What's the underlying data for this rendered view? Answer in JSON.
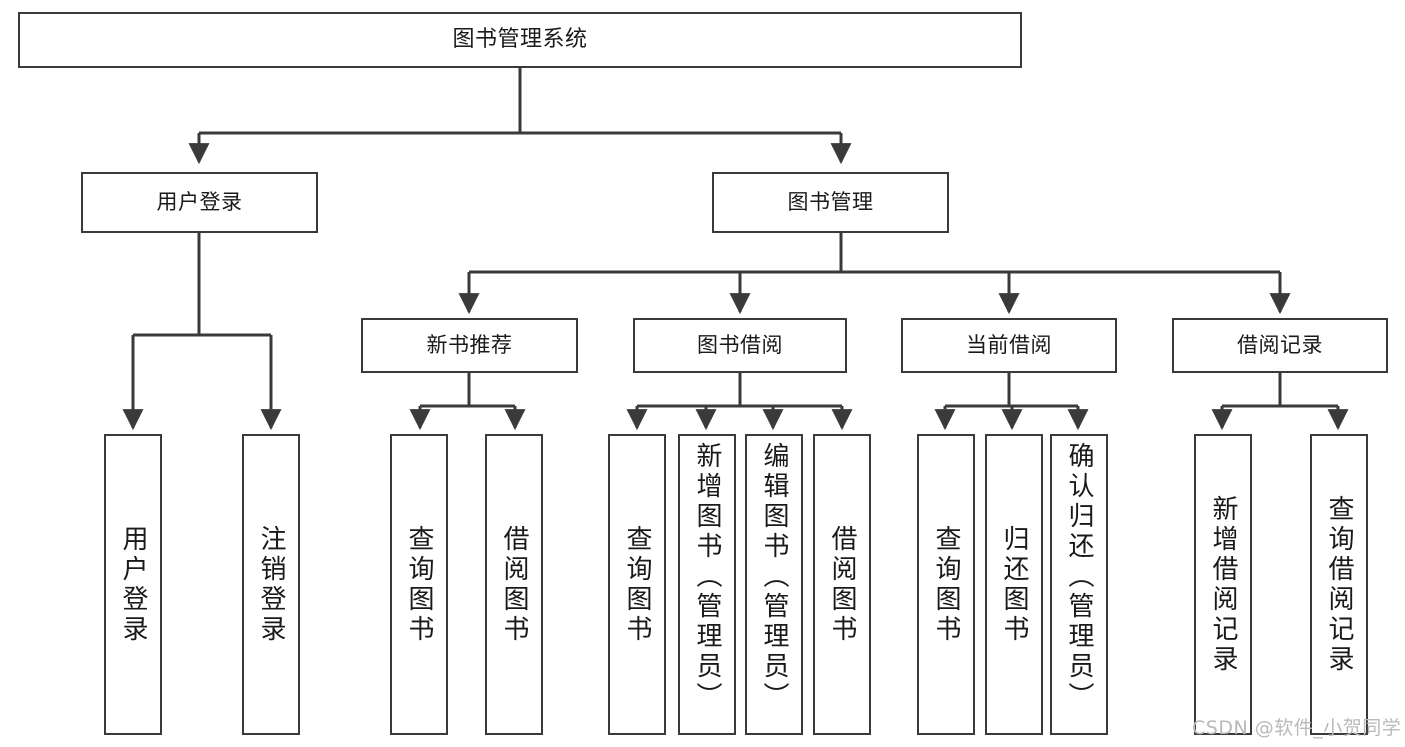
{
  "diagram": {
    "title_text": "图书管理系统",
    "type": "hierarchy-tree",
    "background": "#ffffff",
    "line_color": "#3a3a3a",
    "box_border_color": "#3a3a3a",
    "text_color": "#1a1a1a"
  },
  "root": {
    "label": "图书管理系统"
  },
  "level2": [
    {
      "label": "用户登录"
    },
    {
      "label": "图书管理"
    }
  ],
  "level3": [
    {
      "label": "新书推荐"
    },
    {
      "label": "图书借阅"
    },
    {
      "label": "当前借阅"
    },
    {
      "label": "借阅记录"
    }
  ],
  "leaves": {
    "user_login": [
      {
        "label": "用户登录"
      },
      {
        "label": "注销登录"
      }
    ],
    "new_book_recommend": [
      {
        "label": "查询图书"
      },
      {
        "label": "借阅图书"
      }
    ],
    "book_borrow": [
      {
        "label": "查询图书"
      },
      {
        "label": "新增图书（管理员）"
      },
      {
        "label": "编辑图书（管理员）"
      },
      {
        "label": "借阅图书"
      }
    ],
    "current_borrow": [
      {
        "label": "查询图书"
      },
      {
        "label": "归还图书"
      },
      {
        "label": "确认归还（管理员）"
      }
    ],
    "borrow_record": [
      {
        "label": "新增借阅记录"
      },
      {
        "label": "查询借阅记录"
      }
    ]
  },
  "watermark": {
    "text": "CSDN @软件_小贺同学"
  }
}
